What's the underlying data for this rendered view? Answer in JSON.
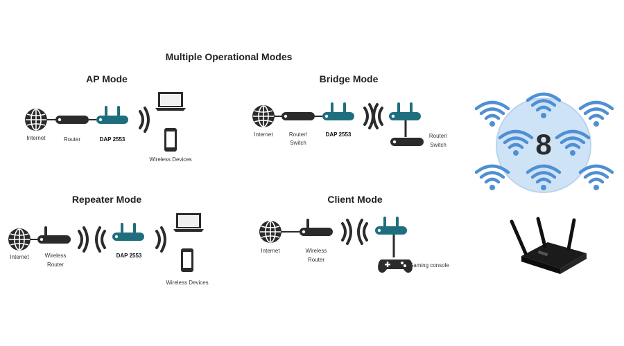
{
  "title": "Multiple Operational Modes",
  "modes": {
    "ap": {
      "title": "AP Mode",
      "labels": {
        "internet": "Internet",
        "router": "Router",
        "dap": "DAP 2553",
        "wireless_devices": "Wireless Devices"
      }
    },
    "bridge": {
      "title": "Bridge Mode",
      "labels": {
        "internet": "Internet",
        "router_switch_1a": "Router/",
        "router_switch_1b": "Switch",
        "dap": "DAP 2553",
        "router_switch_2a": "Router/",
        "router_switch_2b": "Switch"
      }
    },
    "repeater": {
      "title": "Repeater Mode",
      "labels": {
        "internet": "Internet",
        "wireless_router_a": "Wireless",
        "wireless_router_b": "Router",
        "dap": "DAP 2553",
        "wireless_devices": "Wireless Devices"
      }
    },
    "client": {
      "title": "Client Mode",
      "labels": {
        "internet": "Internet",
        "wireless_router_a": "Wireless",
        "wireless_router_b": "Router",
        "gaming_console": "Gaming console"
      }
    }
  },
  "badge": {
    "number": "8"
  },
  "colors": {
    "teal": "#1f6e7e",
    "dark": "#2b2b2b",
    "wifi_blue": "#4f8fd4",
    "badge_fill": "#cfe3f6"
  }
}
